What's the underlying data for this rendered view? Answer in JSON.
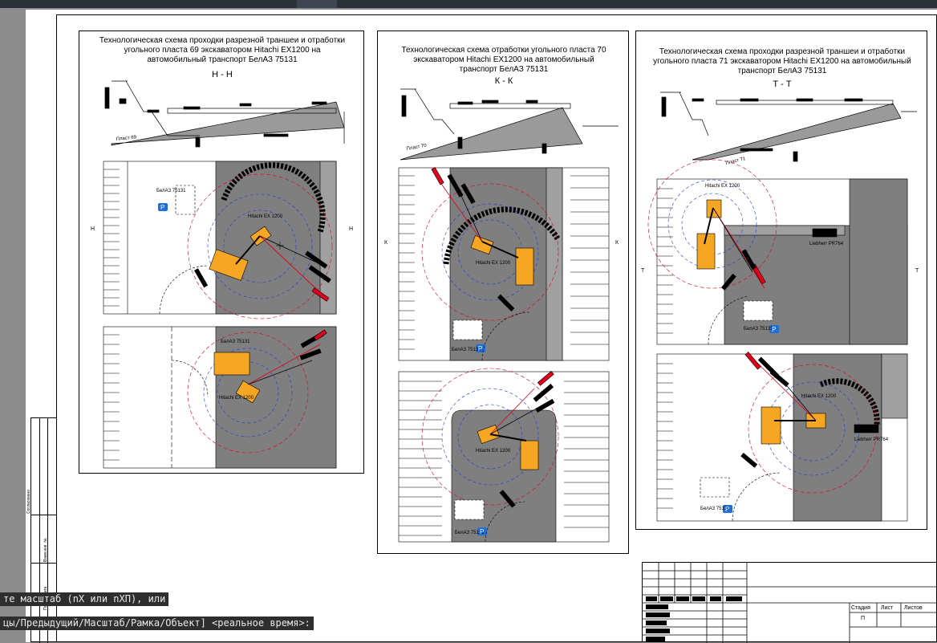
{
  "panel1": {
    "title": "Технологическая схема проходки разрезной траншеи и отработки угольного пласта 69 экскаватором Hitachi EX1200 на автомобильный транспорт БелАЗ 75131",
    "section": "Н - Н",
    "seam": "Пласт 69",
    "mark": "Н",
    "belaz": "БелАЗ 75131",
    "hitachi": "Hitachi EX 1200",
    "parking": "P"
  },
  "panel2": {
    "title": "Технологическая схема отработки угольного пласта 70 экскаватором Hitachi EX1200 на автомобильный транспорт БелАЗ 75131",
    "section": "К - К",
    "seam": "Пласт 70",
    "mark": "К",
    "belaz": "БелАЗ 75131",
    "hitachi": "Hitachi EX 1200",
    "parking": "P"
  },
  "panel3": {
    "title": "Технологическая схема проходки разрезной траншеи и отработки угольного пласта 71 экскаватором Hitachi EX1200 на автомобильный транспорт БелАЗ 75131",
    "section": "Т - Т",
    "seam": "Пласт 71",
    "mark": "Т",
    "belaz": "БелАЗ 75131",
    "hitachi": "Hitachi EX 1200",
    "liebherr": "Liebherr PR764",
    "parking": "P"
  },
  "stamp": {
    "stage": "Стадия",
    "sheet": "Лист",
    "sheets": "Листов",
    "stage_value": "П"
  },
  "side_labels": {
    "agreed": "Согласовано",
    "inv_no": "Взам.инв. №",
    "sign_date": "Подп. и дата"
  },
  "command_line": {
    "line1": "те масштаб (nX или nXП), или",
    "line2": "цы/Предыдущий/Масштаб/Рамка/Объект] <реальное время>:"
  },
  "colors": {
    "excavator": "#f5a623",
    "ground": "#7f7f7f",
    "parking": "#1e6fd9",
    "danger": "#e0001b",
    "reach": "#1f3bd6"
  }
}
